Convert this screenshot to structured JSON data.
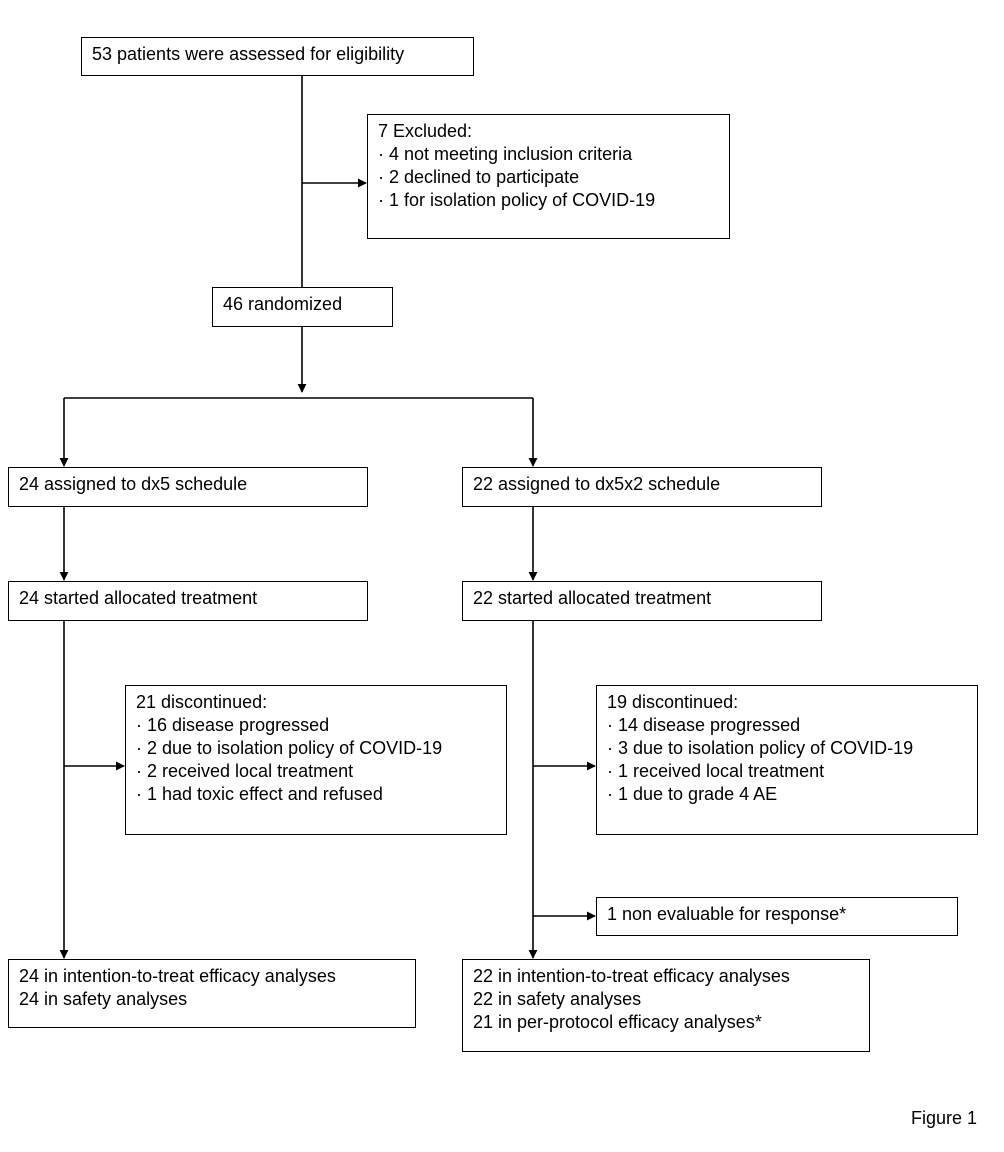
{
  "boxes": {
    "assessed": {
      "lines": [
        "53 patients were assessed for eligibility"
      ]
    },
    "excluded": {
      "lines": [
        "7 Excluded:",
        "· 4 not meeting inclusion criteria",
        "· 2 declined to participate",
        "· 1 for isolation policy of COVID-19"
      ]
    },
    "randomized": {
      "lines": [
        "46 randomized"
      ]
    },
    "dx5_assigned": {
      "lines": [
        "24 assigned to dx5 schedule"
      ]
    },
    "dx5x2_assigned": {
      "lines": [
        "22 assigned to dx5x2 schedule"
      ]
    },
    "dx5_started": {
      "lines": [
        "24 started allocated treatment"
      ]
    },
    "dx5x2_started": {
      "lines": [
        "22 started allocated treatment"
      ]
    },
    "dx5_discontinued": {
      "lines": [
        "21 discontinued:",
        "· 16 disease progressed",
        "· 2 due to isolation policy of COVID-19",
        "· 2 received local treatment",
        "· 1 had toxic effect and refused"
      ]
    },
    "dx5x2_discontinued": {
      "lines": [
        "19 discontinued:",
        "· 14 disease progressed",
        "· 3 due to isolation policy of COVID-19",
        "· 1 received local treatment",
        "· 1 due to grade 4 AE"
      ]
    },
    "non_evaluable": {
      "lines": [
        "1 non evaluable for response*"
      ]
    },
    "dx5_analyses": {
      "lines": [
        "24 in intention-to-treat efficacy analyses",
        "24 in safety analyses"
      ]
    },
    "dx5x2_analyses": {
      "lines": [
        "22 in intention-to-treat efficacy analyses",
        "22 in safety analyses",
        "21 in per-protocol efficacy analyses*"
      ]
    }
  },
  "caption": "Figure 1",
  "colors": {
    "line": "#000000",
    "background": "#ffffff"
  }
}
